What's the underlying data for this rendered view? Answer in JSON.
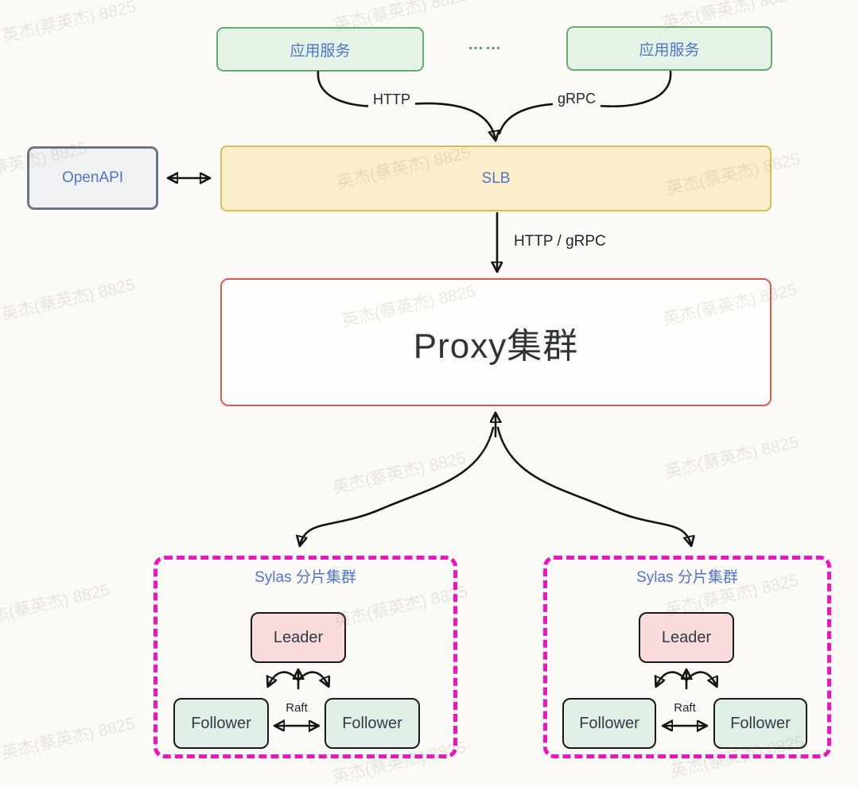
{
  "watermark": {
    "text": "英杰(蔡英杰) 8825"
  },
  "colors": {
    "background": "#fcfaf6",
    "app_box_fill": "#e4f3e5",
    "app_box_border": "#64ad6f",
    "node_text_blue": "#4f76cb",
    "openapi_fill": "#f0f1f3",
    "openapi_border": "#6a7682",
    "slb_fill": "#fbeecb",
    "slb_border": "#dcba54",
    "proxy_border": "#e2574b",
    "cluster_dashed_border": "#f112c3",
    "leader_fill": "#fadbdb",
    "follower_fill": "#e1f0e6",
    "arrow_color": "#141414",
    "ellipsis_color": "#4e9e5e"
  },
  "nodes": {
    "app_service_left": "应用服务",
    "app_service_right": "应用服务",
    "ellipsis": "……",
    "openapi": "OpenAPI",
    "slb": "SLB",
    "proxy": "Proxy集群"
  },
  "edges": {
    "http": "HTTP",
    "grpc": "gRPC",
    "http_grpc": "HTTP / gRPC"
  },
  "clusters": [
    {
      "title": "Sylas 分片集群",
      "leader": "Leader",
      "follower_left": "Follower",
      "follower_right": "Follower",
      "raft": "Raft"
    },
    {
      "title": "Sylas 分片集群",
      "leader": "Leader",
      "follower_left": "Follower",
      "follower_right": "Follower",
      "raft": "Raft"
    }
  ]
}
